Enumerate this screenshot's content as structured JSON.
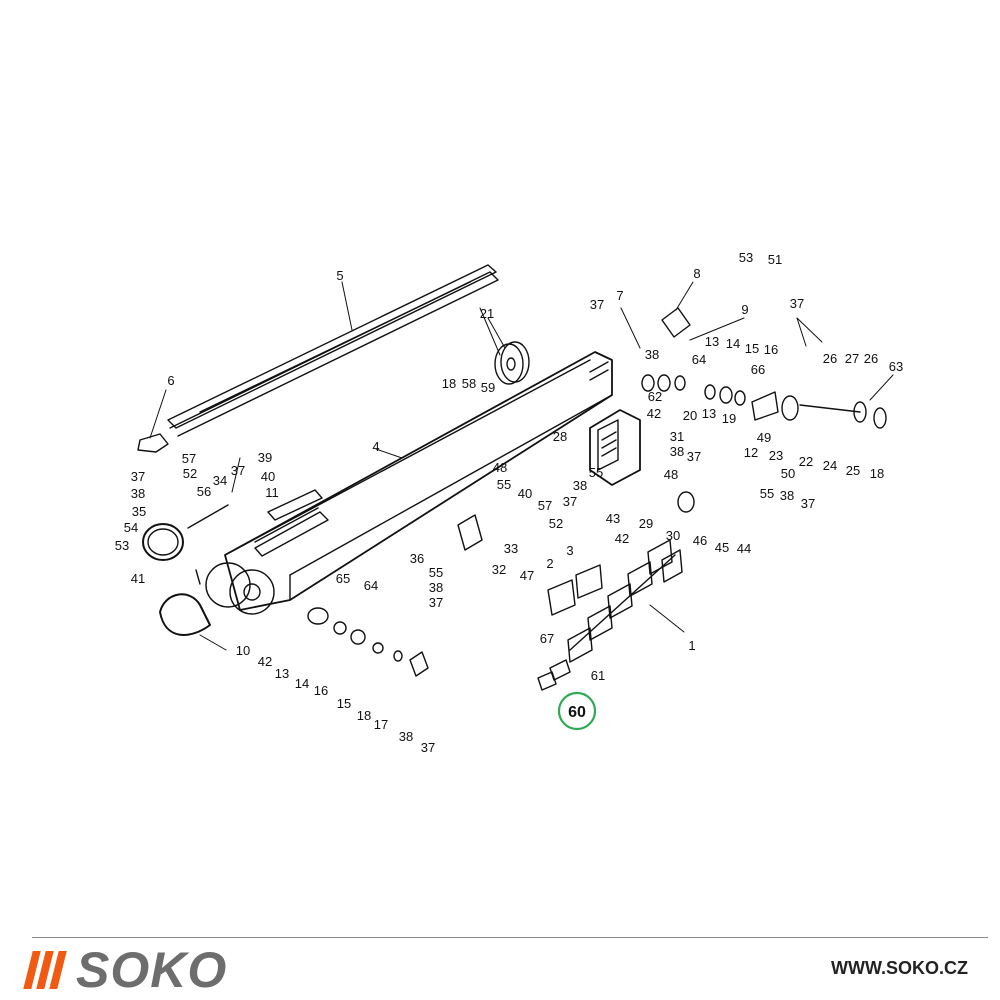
{
  "diagram": {
    "part_labels": [
      "5",
      "6",
      "57",
      "52",
      "37",
      "38",
      "56",
      "34",
      "37",
      "35",
      "54",
      "53",
      "41",
      "39",
      "40",
      "11",
      "4",
      "21",
      "18",
      "58",
      "59",
      "48",
      "55",
      "40",
      "57",
      "52",
      "36",
      "33",
      "55",
      "38",
      "37",
      "32",
      "65",
      "64",
      "10",
      "42",
      "13",
      "14",
      "16",
      "15",
      "18",
      "17",
      "38",
      "37",
      "7",
      "37",
      "38",
      "9",
      "8",
      "53",
      "51",
      "37",
      "13",
      "64",
      "14",
      "15",
      "16",
      "66",
      "62",
      "42",
      "20",
      "13",
      "19",
      "28",
      "31",
      "38",
      "37",
      "48",
      "55",
      "38",
      "37",
      "43",
      "42",
      "29",
      "30",
      "46",
      "45",
      "44",
      "55",
      "38",
      "37",
      "12",
      "49",
      "23",
      "50",
      "22",
      "26",
      "27",
      "26",
      "63",
      "24",
      "25",
      "18",
      "47",
      "2",
      "3",
      "67",
      "1",
      "61"
    ],
    "highlighted_label": "60",
    "highlight_color": "#2eaa55"
  },
  "footer": {
    "brand": "SOKO",
    "brand_color": "#6d6d6d",
    "accent_color": "#f05a12",
    "url": "WWW.SOKO.CZ"
  }
}
